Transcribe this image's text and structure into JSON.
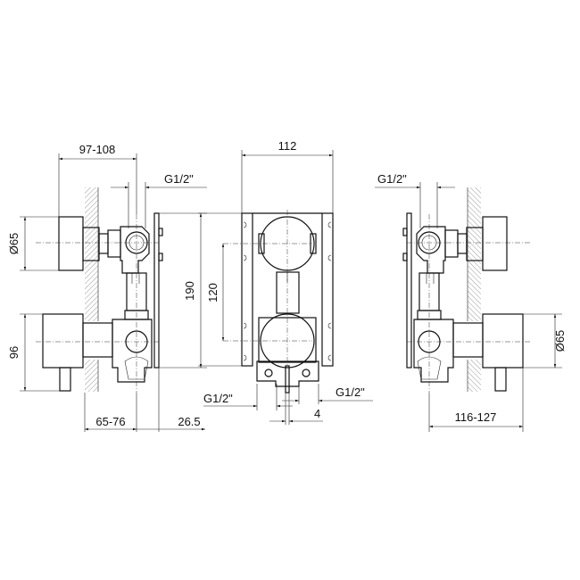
{
  "drawing": {
    "left_view": {
      "width_dim": "97-108",
      "connection": "G1/2\"",
      "upper_knob_dia": "Ø65",
      "lower_knob_height": "96",
      "depth_dim": "65-76",
      "plate_dim": "26.5",
      "height_dim": "190"
    },
    "front_view": {
      "width_dim": "112",
      "centers_dim": "120",
      "outlet_left": "G1/2\"",
      "outlet_right": "G1/2\"",
      "offset_dim": "4"
    },
    "right_view": {
      "connection": "G1/2\"",
      "knob_dia": "Ø65",
      "depth_dim": "116-127"
    }
  }
}
